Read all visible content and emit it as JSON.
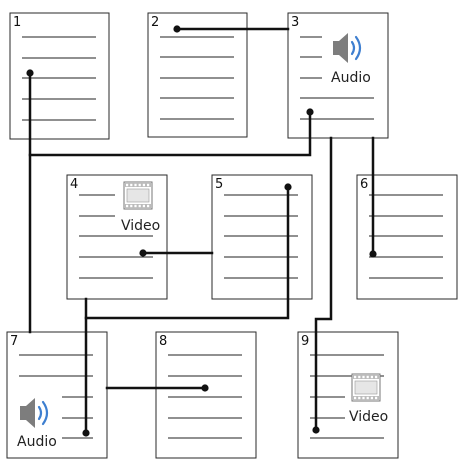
{
  "pages": [
    {
      "id": "1",
      "label": "1"
    },
    {
      "id": "2",
      "label": "2"
    },
    {
      "id": "3",
      "label": "3",
      "media": {
        "kind": "audio",
        "text": "Audio",
        "icon": "speaker-icon"
      }
    },
    {
      "id": "4",
      "label": "4",
      "media": {
        "kind": "video",
        "text": "Video",
        "icon": "film-icon"
      }
    },
    {
      "id": "5",
      "label": "5"
    },
    {
      "id": "6",
      "label": "6"
    },
    {
      "id": "7",
      "label": "7",
      "media": {
        "kind": "audio",
        "text": "Audio",
        "icon": "speaker-icon"
      }
    },
    {
      "id": "8",
      "label": "8"
    },
    {
      "id": "9",
      "label": "9",
      "media": {
        "kind": "video",
        "text": "Video",
        "icon": "film-icon"
      }
    }
  ],
  "links": [
    {
      "from": "1",
      "to": "3"
    },
    {
      "from": "1",
      "to": "7"
    },
    {
      "from": "2",
      "to": "3"
    },
    {
      "from": "3",
      "to": "6"
    },
    {
      "from": "3",
      "to": "9"
    },
    {
      "from": "4",
      "to": "5"
    },
    {
      "from": "5",
      "to": "7"
    },
    {
      "from": "4",
      "to": "7"
    },
    {
      "from": "7",
      "to": "8"
    }
  ]
}
